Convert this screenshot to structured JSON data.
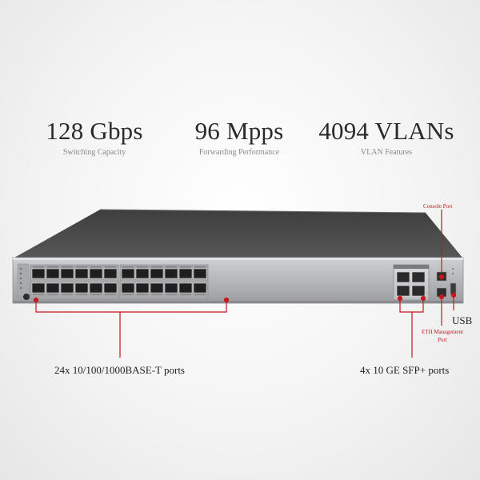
{
  "stats": [
    {
      "value": "128 Gbps",
      "label": "Switching Capacity"
    },
    {
      "value": "96 Mpps",
      "label": "Forwarding Performance"
    },
    {
      "value": "4094 VLANs",
      "label": "VLAN Features"
    }
  ],
  "callouts": {
    "console_port": "Console Port",
    "eth_management_port": "ETH Management Port",
    "usb": "USB",
    "copper_ports": "24x 10/100/1000BASE-T ports",
    "sfp_ports": "4x 10 GE SFP+ ports"
  },
  "colors": {
    "callout_red": "#c8161d",
    "chassis_top": "#4a4a4a",
    "chassis_front": "#b9babd"
  }
}
